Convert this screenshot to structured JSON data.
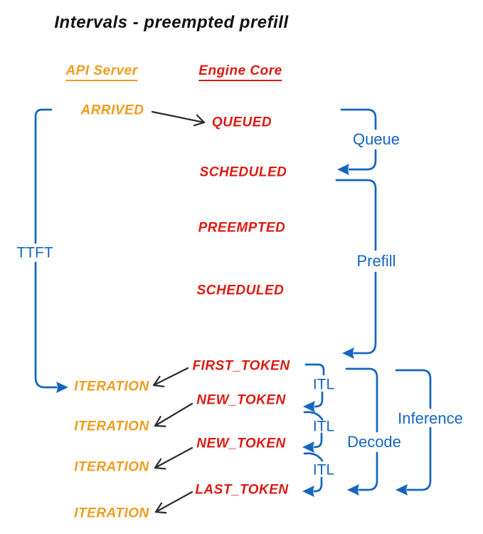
{
  "title": "Intervals - preempted prefill",
  "columns": {
    "api_server": "API Server",
    "engine_core": "Engine Core"
  },
  "events": {
    "arrived": "ARRIVED",
    "queued": "QUEUED",
    "scheduled_1": "SCHEDULED",
    "preempted": "PREEMPTED",
    "scheduled_2": "SCHEDULED",
    "first_token": "FIRST_TOKEN",
    "new_token_1": "NEW_TOKEN",
    "new_token_2": "NEW_TOKEN",
    "last_token": "LAST_TOKEN",
    "iteration_1": "ITERATION",
    "iteration_2": "ITERATION",
    "iteration_3": "ITERATION",
    "iteration_4": "ITERATION"
  },
  "intervals": {
    "ttft": "TTFT",
    "queue": "Queue",
    "prefill": "Prefill",
    "itl_1": "ITL",
    "itl_2": "ITL",
    "itl_3": "ITL",
    "decode": "Decode",
    "inference": "Inference"
  },
  "colors": {
    "api_server": "#f09c1e",
    "engine_core": "#dc1a12",
    "interval_blue": "#1565c0",
    "arrow_black": "#2b2b2b",
    "title": "#111111",
    "background": "#ffffff"
  }
}
